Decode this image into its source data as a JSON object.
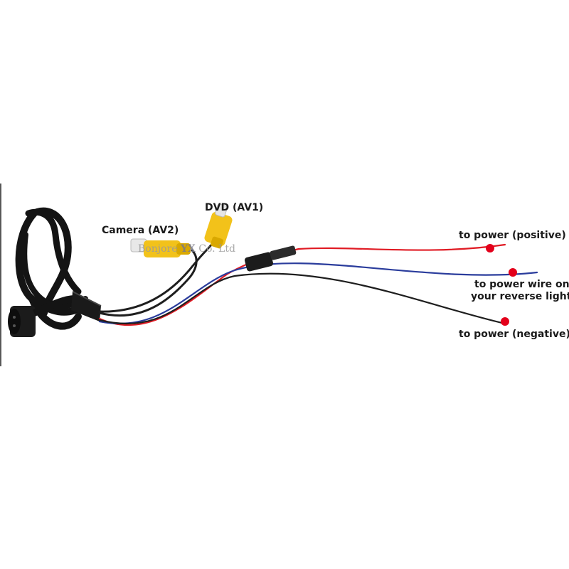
{
  "labels": {
    "dvd": "DVD (AV1)",
    "camera": "Camera (AV2)",
    "positive": "to power (positive)",
    "reverse_line1": "to power wire on",
    "reverse_line2": "your reverse light",
    "negative": "to power (negative)"
  },
  "watermark": {
    "part1": "Bonjore ",
    "part2": "YX",
    "part3": " Co. Ltd"
  },
  "colors": {
    "background": "#ffffff",
    "cable": "#141414",
    "wire_red": "#e01b24",
    "wire_blue": "#2a3c9c",
    "wire_black": "#1e1e1e",
    "rca_yellow": "#f2c21a",
    "marker_red": "#e3001b"
  }
}
